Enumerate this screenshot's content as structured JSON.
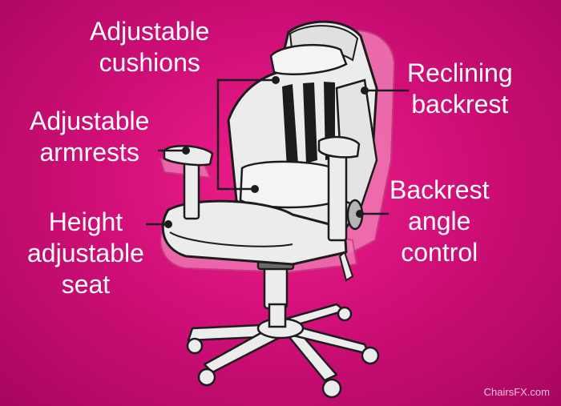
{
  "labels": {
    "cushions": [
      "Adjustable",
      "cushions"
    ],
    "reclining": [
      "Reclining",
      "backrest"
    ],
    "armrests": [
      "Adjustable",
      "armrests"
    ],
    "angle": [
      "Backrest",
      "angle",
      "control"
    ],
    "seat": [
      "Height",
      "adjustable",
      "seat"
    ]
  },
  "watermark": "ChairsFX.com",
  "colors": {
    "background": "#d10f78",
    "chair_fill": "#ececec",
    "outline": "#1c1c1c",
    "ghost": "#f07ab5",
    "text": "#ffffff"
  }
}
